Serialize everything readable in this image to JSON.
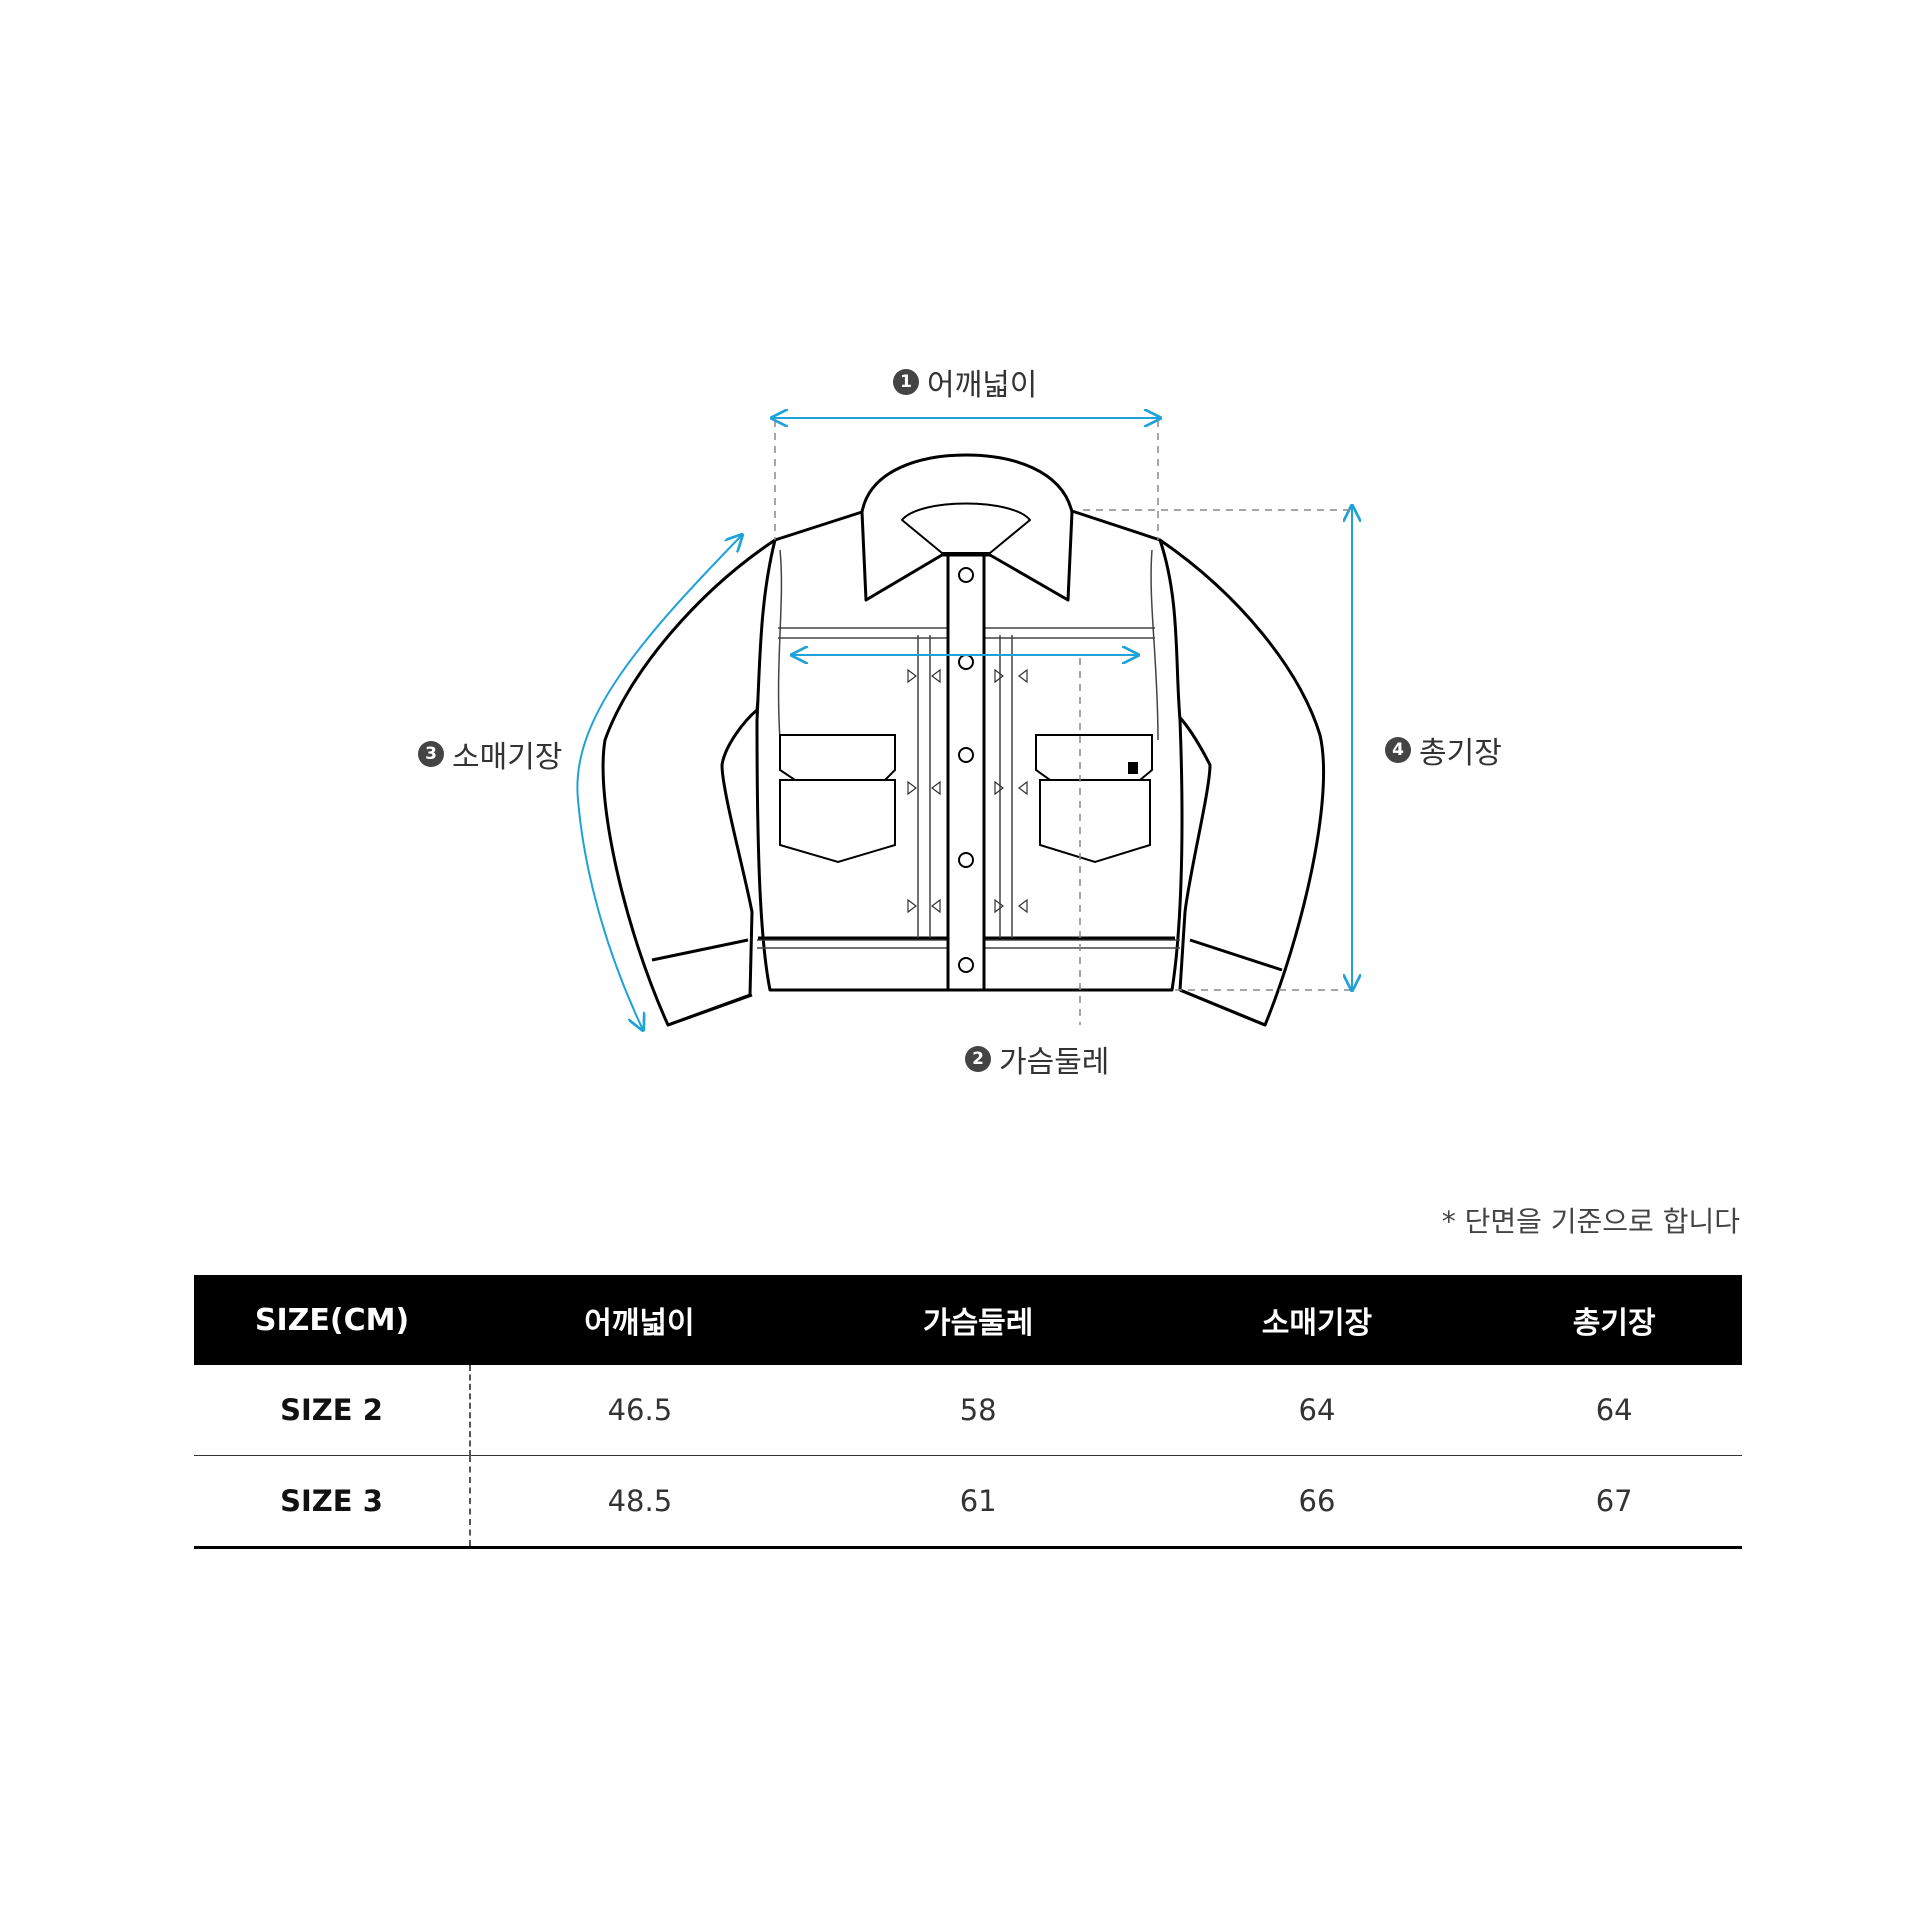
{
  "measurements": [
    {
      "num": "1",
      "label": "어깨넓이",
      "color": "#1fa2d8"
    },
    {
      "num": "2",
      "label": "가슴둘레",
      "color": "#1fa2d8"
    },
    {
      "num": "3",
      "label": "소매기장",
      "color": "#1fa2d8"
    },
    {
      "num": "4",
      "label": "총기장",
      "color": "#1fa2d8"
    }
  ],
  "note": "* 단면을 기준으로 합니다",
  "table": {
    "headers": [
      "SIZE(CM)",
      "어깨넓이",
      "가슴둘레",
      "소매기장",
      "총기장"
    ],
    "rows": [
      {
        "size": "SIZE 2",
        "values": [
          "46.5",
          "58",
          "64",
          "64"
        ]
      },
      {
        "size": "SIZE 3",
        "values": [
          "48.5",
          "61",
          "66",
          "67"
        ]
      }
    ]
  },
  "colors": {
    "accent": "#1fa2d8",
    "header_bg": "#000000",
    "line": "#000000"
  }
}
